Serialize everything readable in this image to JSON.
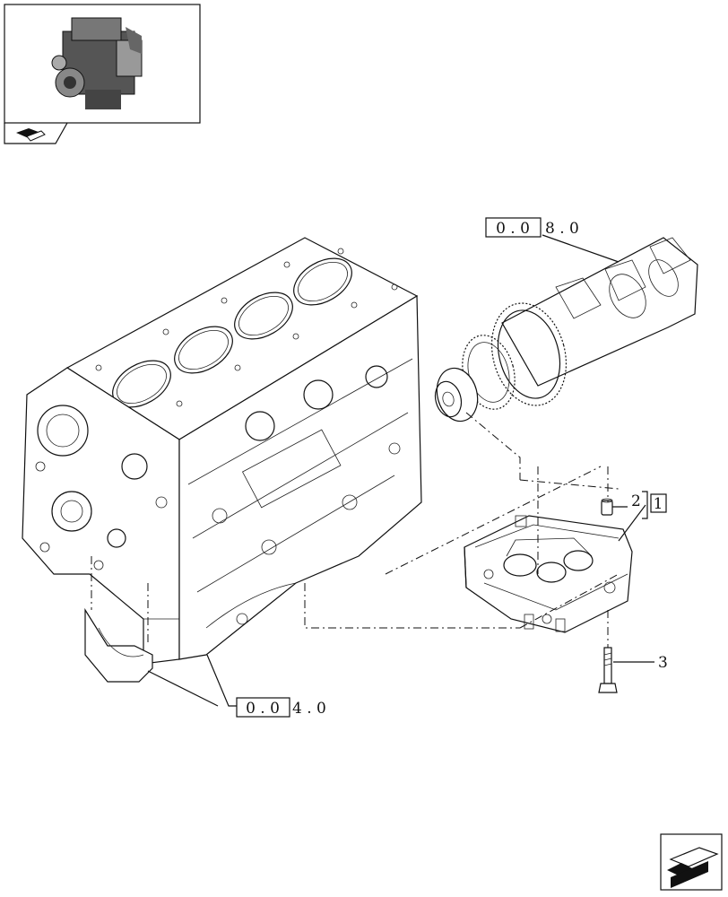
{
  "thumbnail": {
    "icon": "engine-thumbnail-icon",
    "tab_icon": "book-arrow-icon"
  },
  "references": {
    "crankshaft_ref": {
      "boxed": "0 . 0",
      "rest": "8 . 0"
    },
    "block_ref": {
      "boxed": "0 . 0",
      "rest": "4 . 0"
    }
  },
  "callouts": {
    "item_2": "2",
    "item_1_boxed": "1",
    "item_3": "3"
  },
  "nav": {
    "icon": "next-page-arrow-icon"
  }
}
